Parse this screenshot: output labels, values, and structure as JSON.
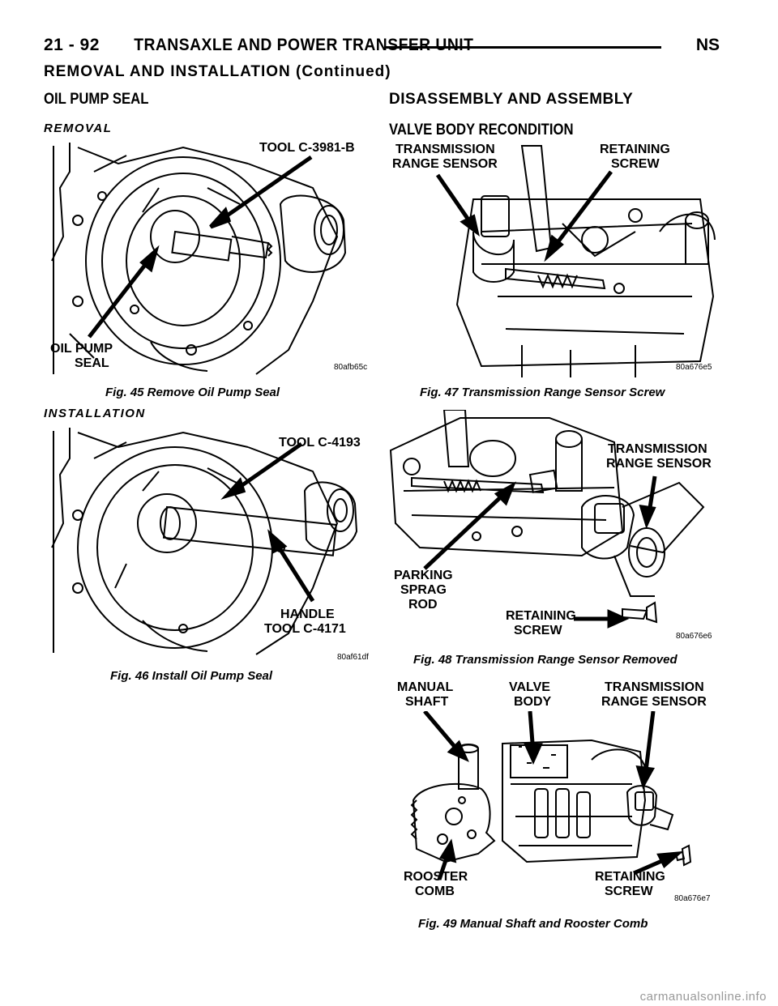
{
  "header": {
    "page_number": "21 - 92",
    "section_title": "TRANSAXLE AND POWER TRANSFER UNIT",
    "vehicle_code": "NS",
    "continued_heading": "REMOVAL AND INSTALLATION (Continued)"
  },
  "left_column": {
    "heading": "OIL PUMP SEAL",
    "removal_heading": "REMOVAL",
    "installation_heading": "INSTALLATION",
    "fig45": {
      "labels": {
        "tool": "TOOL C-3981-B",
        "seal_line1": "OIL PUMP",
        "seal_line2": "SEAL"
      },
      "code": "80afb65c",
      "caption": "Fig. 45 Remove Oil Pump Seal"
    },
    "fig46": {
      "labels": {
        "tool": "TOOL C-4193",
        "handle_line1": "HANDLE",
        "handle_line2": "TOOL C-4171"
      },
      "code": "80af61df",
      "caption": "Fig. 46 Install Oil Pump Seal"
    }
  },
  "right_column": {
    "heading": "DISASSEMBLY AND ASSEMBLY",
    "subheading": "VALVE BODY RECONDITION",
    "fig47": {
      "labels": {
        "sensor_line1": "TRANSMISSION",
        "sensor_line2": "RANGE SENSOR",
        "screw_line1": "RETAINING",
        "screw_line2": "SCREW"
      },
      "code": "80a676e5",
      "caption": "Fig. 47 Transmission Range Sensor Screw"
    },
    "fig48": {
      "labels": {
        "sensor_line1": "TRANSMISSION",
        "sensor_line2": "RANGE SENSOR",
        "rod_line1": "PARKING",
        "rod_line2": "SPRAG",
        "rod_line3": "ROD",
        "screw_line1": "RETAINING",
        "screw_line2": "SCREW"
      },
      "code": "80a676e6",
      "caption": "Fig. 48 Transmission Range Sensor Removed"
    },
    "fig49": {
      "labels": {
        "shaft_line1": "MANUAL",
        "shaft_line2": "SHAFT",
        "valve_line1": "VALVE",
        "valve_line2": "BODY",
        "sensor_line1": "TRANSMISSION",
        "sensor_line2": "RANGE SENSOR",
        "comb_line1": "ROOSTER",
        "comb_line2": "COMB",
        "screw_line1": "RETAINING",
        "screw_line2": "SCREW"
      },
      "code": "80a676e7",
      "caption": "Fig. 49 Manual Shaft and Rooster Comb"
    }
  },
  "footer": {
    "watermark": "carmanualsonline.info"
  }
}
